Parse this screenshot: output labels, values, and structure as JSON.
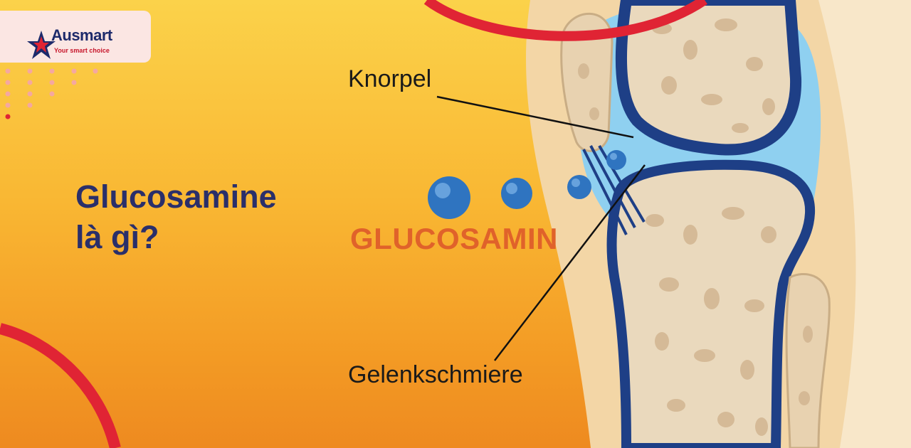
{
  "brand": {
    "name": "Ausmart",
    "tagline": "Your smart choice"
  },
  "headline": {
    "line1": "Glucosamine",
    "line2": "là gì?"
  },
  "diagram": {
    "label_cartilage": "Knorpel",
    "label_synovial_fluid": "Gelenkschmiere",
    "molecule_word": "GLUCOSAMIN"
  },
  "colors": {
    "accent_red": "#e02434",
    "headline_navy": "#2a2f6a",
    "glucosamin_orange": "#e0622a",
    "bone": "#ead9bd",
    "synovial_blue": "#8fd0f0",
    "cartilage_navy": "#1e3f86"
  }
}
